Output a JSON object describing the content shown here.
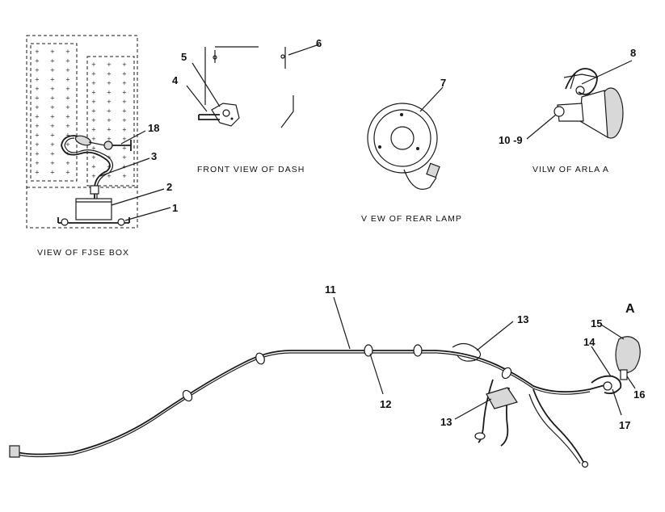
{
  "captions": {
    "fuse_box": "VIEW OF FJSE BOX",
    "dash": "FRONT VIEW OF DASH",
    "rear_lamp": "V EW OF REAR LAMP",
    "area_a": "VILW OF ARLA A"
  },
  "view_label": "A",
  "callouts": {
    "c1": "1",
    "c2": "2",
    "c3": "3",
    "c4": "4",
    "c5": "5",
    "c6": "6",
    "c7": "7",
    "c8": "8",
    "c9": "10 -9",
    "c11": "11",
    "c12": "12",
    "c13a": "13",
    "c13b": "13",
    "c14": "14",
    "c15": "15",
    "c16": "16",
    "c17": "17",
    "c18": "18"
  }
}
